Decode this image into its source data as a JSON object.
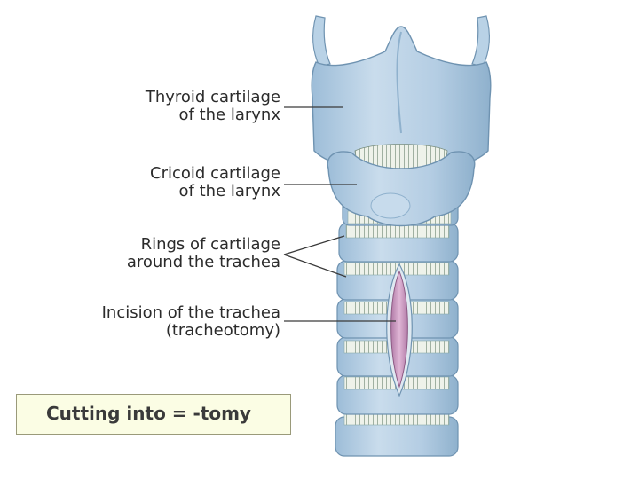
{
  "labels": {
    "thyroid": {
      "line1": "Thyroid cartilage",
      "line2": "of the larynx"
    },
    "cricoid": {
      "line1": "Cricoid cartilage",
      "line2": "of the larynx"
    },
    "rings": {
      "line1": "Rings of cartilage",
      "line2": "around the trachea"
    },
    "incision": {
      "line1": "Incision of the trachea",
      "line2": "(tracheotomy)"
    }
  },
  "caption": "Cutting into = -tomy",
  "colors": {
    "cartilage": "#b9d2e6",
    "cartilage_dark": "#7fa6c4",
    "ring_band": "#e8efe4",
    "incision": "#c58bb4",
    "caption_bg": "#fbfde4"
  }
}
